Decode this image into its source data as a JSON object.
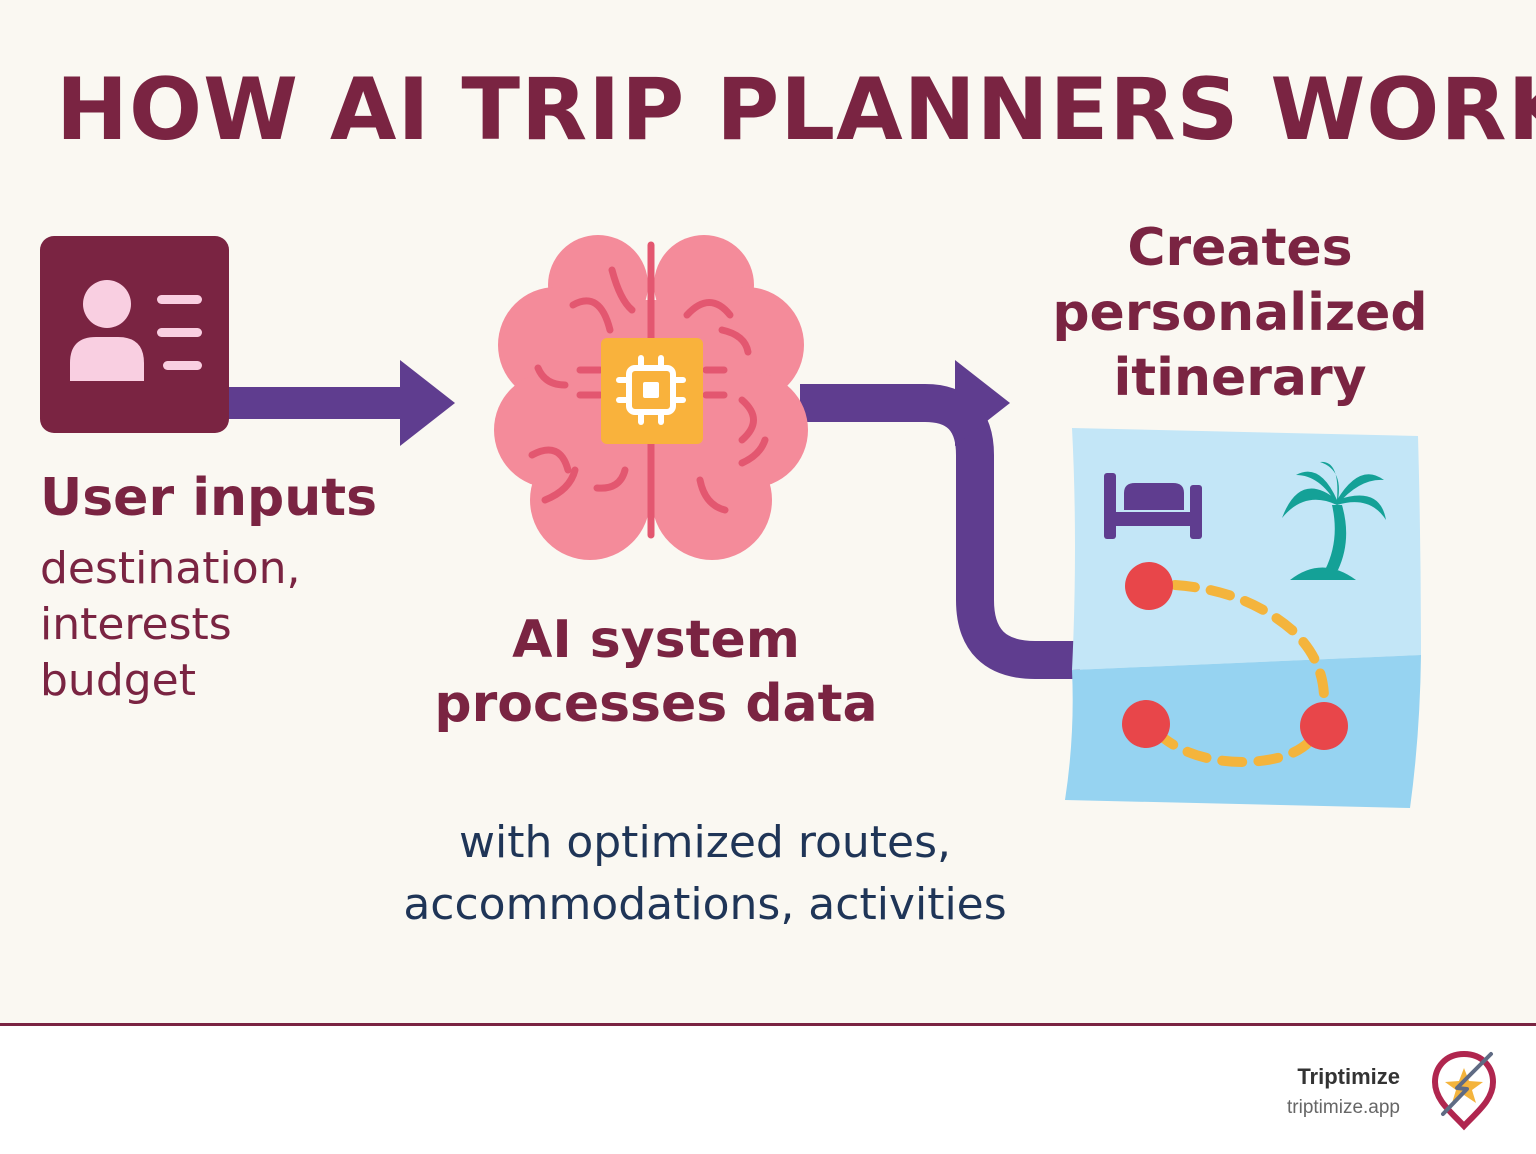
{
  "title": "HOW AI TRIP PLANNERS WORK",
  "steps": {
    "input": {
      "heading": "User inputs",
      "details": [
        "destination,",
        "interests",
        "budget"
      ],
      "icon": "user-profile-card-icon"
    },
    "process": {
      "heading": [
        "AI system",
        "processes data"
      ],
      "icon": "brain-chip-icon"
    },
    "output": {
      "heading": [
        "Creates",
        "personalized",
        "itinerary"
      ],
      "icon": "itinerary-map-icon"
    }
  },
  "caption": [
    "with optimized routes,",
    "accommodations, activities"
  ],
  "footer": {
    "brand": "Triptimize",
    "url": "triptimize.app",
    "logo": "triptimize-logo-icon"
  },
  "colors": {
    "title": "#7a2442",
    "caption": "#1f3557",
    "arrow": "#5f3d8f",
    "card": "#7a2442",
    "brain": "#f48b9a",
    "chip": "#f9b23c",
    "map_light": "#c3e6f7",
    "map_dark": "#96d3f1",
    "pin": "#e8464a",
    "route": "#f4b43c",
    "palm": "#14a197"
  }
}
